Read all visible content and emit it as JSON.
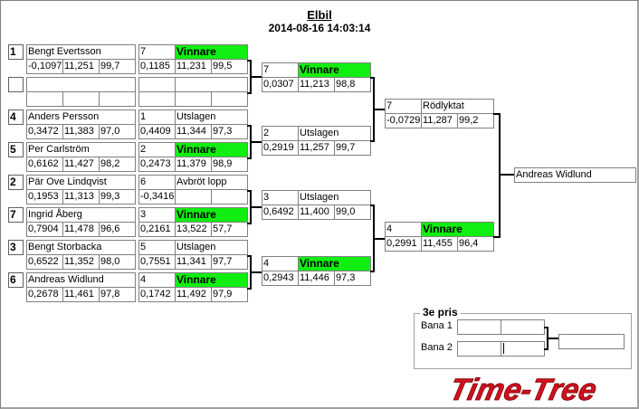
{
  "header": {
    "title": "Elbil",
    "datetime": "2014-08-16 14:03:14"
  },
  "colors": {
    "winner": "#11ee11",
    "logo": "#d01020"
  },
  "round1": [
    {
      "seed": "1",
      "name": "Bengt Evertsson",
      "stats": [
        "-0,1097",
        "11,251",
        "99,7"
      ],
      "heat": "7",
      "status": "Vinnare",
      "hstats": [
        "0,1185",
        "11,231",
        "99,5"
      ],
      "win": true
    },
    {
      "seed": "",
      "name": "",
      "stats": [
        "",
        "",
        ""
      ],
      "heat": "",
      "status": "",
      "hstats": [
        "",
        "",
        ""
      ],
      "win": false
    },
    {
      "seed": "4",
      "name": "Anders Persson",
      "stats": [
        "0,3472",
        "11,383",
        "97,0"
      ],
      "heat": "1",
      "status": "Utslagen",
      "hstats": [
        "0,4409",
        "11,344",
        "97,3"
      ],
      "win": false
    },
    {
      "seed": "5",
      "name": "Per Carlström",
      "stats": [
        "0,6162",
        "11,427",
        "98,2"
      ],
      "heat": "2",
      "status": "Vinnare",
      "hstats": [
        "0,2473",
        "11,379",
        "98,9"
      ],
      "win": true
    },
    {
      "seed": "2",
      "name": "Pär Ove Lindqvist",
      "stats": [
        "0,1953",
        "11,313",
        "99,3"
      ],
      "heat": "6",
      "status": "Avbröt lopp",
      "hstats": [
        "-0,3416",
        "",
        ""
      ],
      "win": false
    },
    {
      "seed": "7",
      "name": "Ingrid Åberg",
      "stats": [
        "0,7904",
        "11,478",
        "96,6"
      ],
      "heat": "3",
      "status": "Vinnare",
      "hstats": [
        "0,2161",
        "13,522",
        "57,7"
      ],
      "win": true
    },
    {
      "seed": "3",
      "name": "Bengt Storbacka",
      "stats": [
        "0,6522",
        "11,352",
        "98,0"
      ],
      "heat": "5",
      "status": "Utslagen",
      "hstats": [
        "0,7551",
        "11,341",
        "97,7"
      ],
      "win": false
    },
    {
      "seed": "6",
      "name": "Andreas Widlund",
      "stats": [
        "0,2678",
        "11,461",
        "97,8"
      ],
      "heat": "4",
      "status": "Vinnare",
      "hstats": [
        "0,1742",
        "11,492",
        "97,9"
      ],
      "win": true
    }
  ],
  "round2": [
    {
      "heat": "7",
      "status": "Vinnare",
      "hstats": [
        "0,0307",
        "11,213",
        "98,8"
      ],
      "win": true
    },
    {
      "heat": "2",
      "status": "Utslagen",
      "hstats": [
        "0,2919",
        "11,257",
        "99,7"
      ],
      "win": false
    },
    {
      "heat": "3",
      "status": "Utslagen",
      "hstats": [
        "0,6492",
        "11,400",
        "99,0"
      ],
      "win": false
    },
    {
      "heat": "4",
      "status": "Vinnare",
      "hstats": [
        "0,2943",
        "11,446",
        "97,3"
      ],
      "win": true
    }
  ],
  "round3": [
    {
      "heat": "7",
      "status": "Rödlyktat",
      "hstats": [
        "-0,0729",
        "11,287",
        "99,2"
      ],
      "win": false
    },
    {
      "heat": "4",
      "status": "Vinnare",
      "hstats": [
        "0,2991",
        "11,455",
        "96,4"
      ],
      "win": true
    }
  ],
  "final": {
    "winner": "Andreas Widlund"
  },
  "third_place": {
    "title": "3e pris",
    "lane1": "Bana 1",
    "lane2": "Bana 2"
  },
  "logo": {
    "text": "Time-Tree"
  }
}
